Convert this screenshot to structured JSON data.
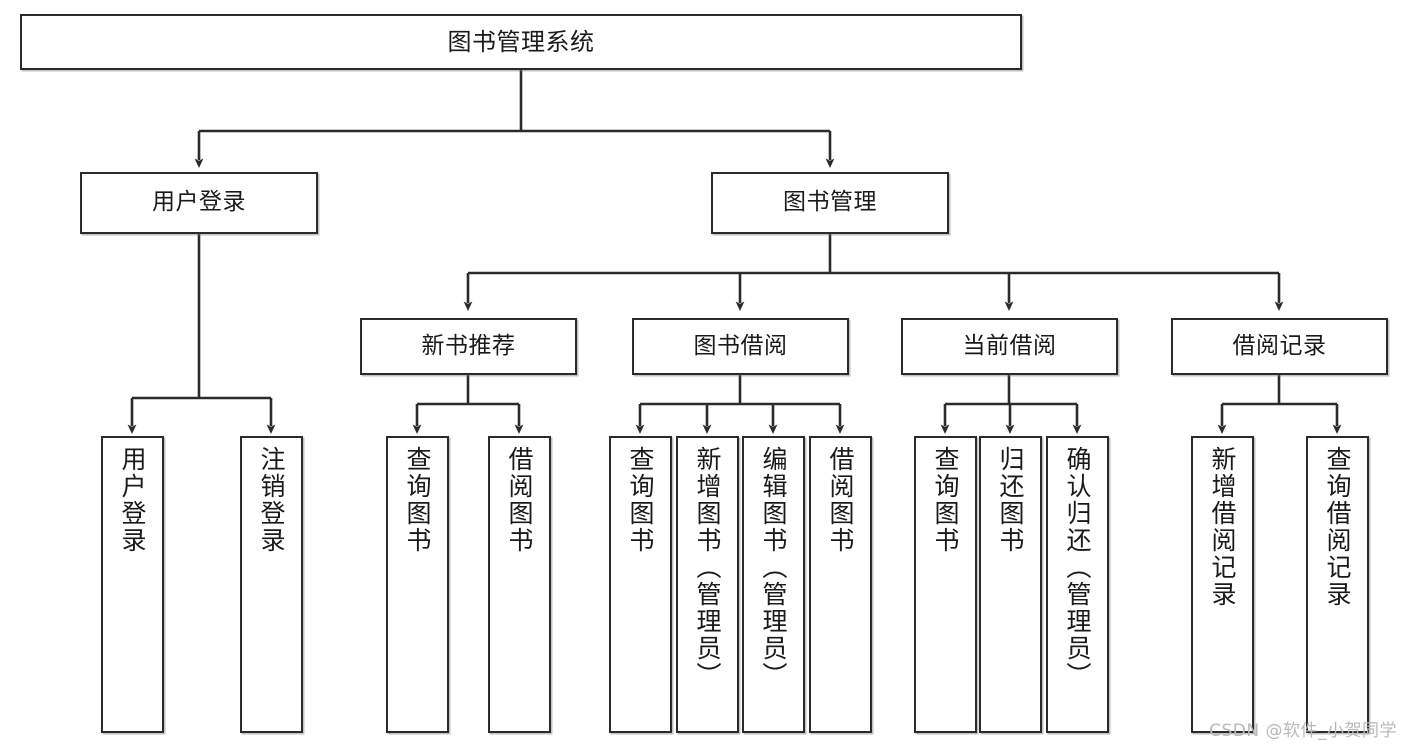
{
  "diagram": {
    "type": "tree",
    "title_node": "图书管理系统",
    "watermark": "CSDN @软件_小贺同学",
    "colors": {
      "box_border": "#2b2b2b",
      "box_fill": "#ffffff",
      "connector": "#2b2b2b",
      "text": "#1a1a1a",
      "watermark": "#b9b9b9"
    },
    "nodes": {
      "root": "图书管理系统",
      "level2": {
        "user_login": "用户登录",
        "book_manage": "图书管理"
      },
      "level3": {
        "new_book_recommend": "新书推荐",
        "book_borrow": "图书借阅",
        "current_borrow": "当前借阅",
        "borrow_record": "借阅记录"
      },
      "leaves": {
        "user_login_children": [
          "用户登录",
          "注销登录"
        ],
        "new_book_recommend_children": [
          "查询图书",
          "借阅图书"
        ],
        "book_borrow_children": [
          "查询图书",
          "新增图书（管理员）",
          "编辑图书（管理员）",
          "借阅图书"
        ],
        "current_borrow_children": [
          "查询图书",
          "归还图书",
          "确认归还（管理员）"
        ],
        "borrow_record_children": [
          "新增借阅记录",
          "查询借阅记录"
        ]
      }
    }
  }
}
